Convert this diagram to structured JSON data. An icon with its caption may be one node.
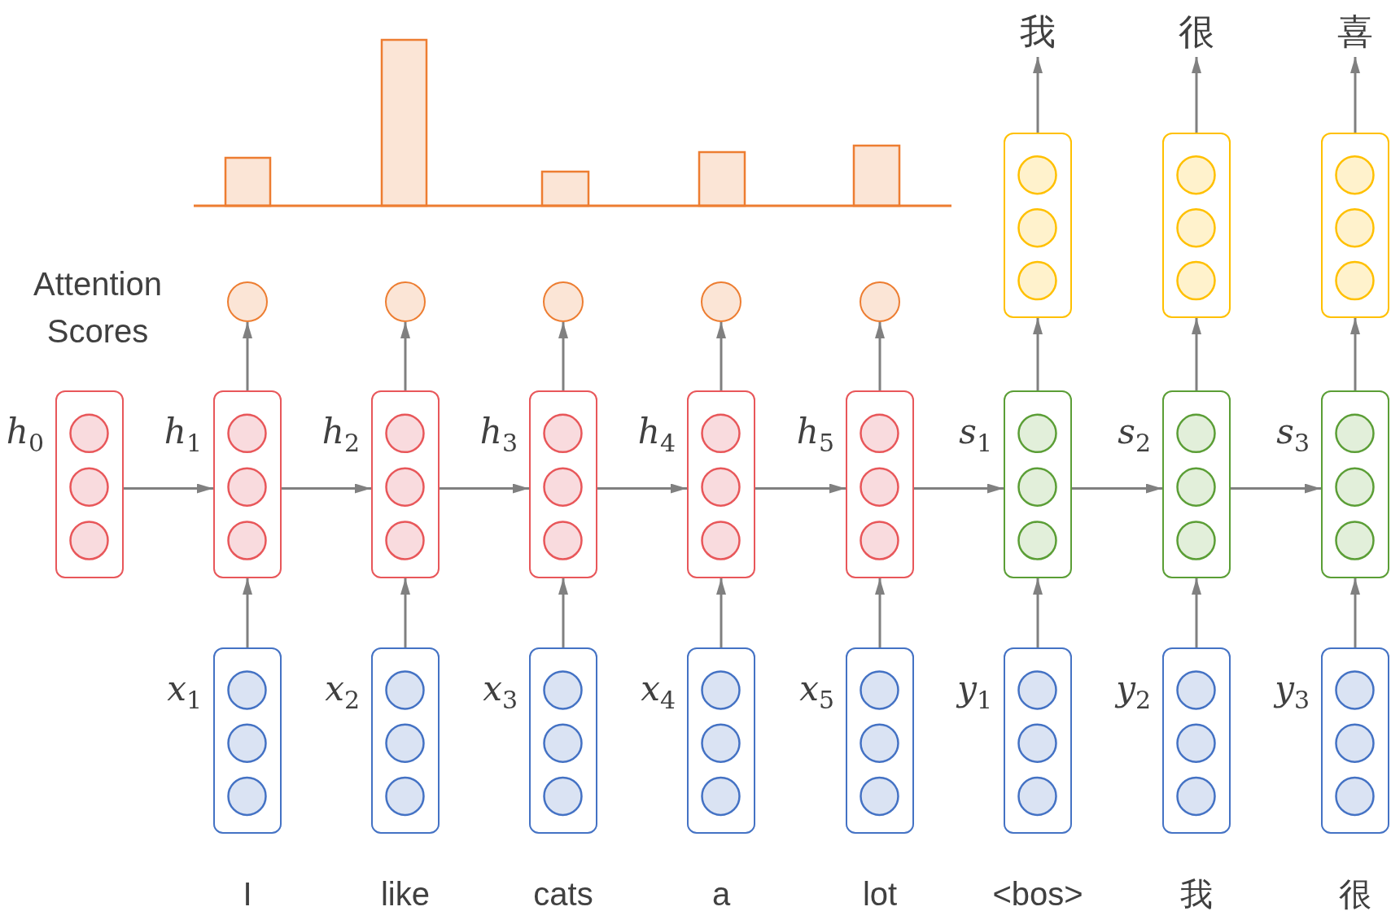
{
  "diagram": {
    "nodes": [
      {
        "text": [
          "我"
        ]
      },
      {
        "text": [
          "很"
        ]
      },
      {
        "text": [
          "喜"
        ]
      },
      {
        "text": [],
        "shape": "circle"
      },
      {
        "text": [],
        "shape": "circle"
      },
      {
        "text": [],
        "shape": "circle"
      },
      {
        "text": [],
        "shape": "circle"
      },
      {
        "text": [],
        "shape": "circle"
      },
      {
        "text": [],
        "shape": "box"
      },
      {
        "text": [],
        "shape": "box"
      },
      {
        "text": [],
        "shape": "box"
      },
      {
        "text": [],
        "shape": "box",
        "beside": [
          "*h*$_{0}$"
        ]
      },
      {
        "text": [],
        "shape": "box",
        "beside": [
          "*h*$_{1}$"
        ]
      },
      {
        "text": [],
        "shape": "box",
        "beside": [
          "*h*$_{2}$"
        ]
      },
      {
        "text": [],
        "shape": "box",
        "beside": [
          "*h*$_{3}$"
        ]
      },
      {
        "text": [],
        "shape": "box",
        "beside": [
          "*h*$_{4}$"
        ]
      },
      {
        "text": [],
        "shape": "box",
        "beside": [
          "*h*$_{5}$"
        ]
      },
      {
        "text": [],
        "shape": "box",
        "beside": [
          "*s*$_{1}$"
        ]
      },
      {
        "text": [],
        "shape": "box",
        "beside": [
          "*s*$_{2}$"
        ]
      },
      {
        "text": [],
        "shape": "box",
        "beside": [
          "*s*$_{3}$"
        ]
      },
      {
        "text": [],
        "shape": "box",
        "beside": [
          "*x*$_{1}$"
        ]
      },
      {
        "text": [],
        "shape": "box",
        "beside": [
          "*x*$_{2}$"
        ]
      },
      {
        "text": [],
        "shape": "box",
        "beside": [
          "*x*$_{3}$"
        ]
      },
      {
        "text": [],
        "shape": "box",
        "beside": [
          "*x*$_{4}$"
        ]
      },
      {
        "text": [],
        "shape": "box",
        "beside": [
          "*x*$_{5}$"
        ]
      },
      {
        "text": [],
        "shape": "box",
        "beside": [
          "*y*$_{1}$"
        ]
      },
      {
        "text": [],
        "shape": "box",
        "beside": [
          "*y*$_{2}$"
        ]
      },
      {
        "text": [],
        "shape": "box",
        "beside": [
          "*y*$_{3}$"
        ]
      }
    ],
    "edges": [
      {
        "from": 11,
        "to": 12,
        "arrow": "to"
      },
      {
        "from": 12,
        "to": 13,
        "arrow": "to"
      },
      {
        "from": 13,
        "to": 14,
        "arrow": "to"
      },
      {
        "from": 14,
        "to": 15,
        "arrow": "to"
      },
      {
        "from": 15,
        "to": 16,
        "arrow": "to"
      },
      {
        "from": 16,
        "to": 17,
        "arrow": "to"
      },
      {
        "from": 17,
        "to": 18,
        "arrow": "to"
      },
      {
        "from": 18,
        "to": 19,
        "arrow": "to"
      },
      {
        "from": 20,
        "to": 12,
        "arrow": "to"
      },
      {
        "from": 21,
        "to": 13,
        "arrow": "to"
      },
      {
        "from": 22,
        "to": 14,
        "arrow": "to"
      },
      {
        "from": 23,
        "to": 15,
        "arrow": "to"
      },
      {
        "from": 24,
        "to": 16,
        "arrow": "to"
      },
      {
        "from": 12,
        "to": 3,
        "arrow": "to"
      },
      {
        "from": 13,
        "to": 4,
        "arrow": "to"
      },
      {
        "from": 14,
        "to": 5,
        "arrow": "to"
      },
      {
        "from": 15,
        "to": 6,
        "arrow": "to"
      },
      {
        "from": 16,
        "to": 7,
        "arrow": "to"
      },
      {
        "from": 25,
        "to": 17,
        "arrow": "to"
      },
      {
        "from": 26,
        "to": 18,
        "arrow": "to"
      },
      {
        "from": 27,
        "to": 19,
        "arrow": "to"
      },
      {
        "from": 17,
        "to": 8,
        "arrow": "to"
      },
      {
        "from": 18,
        "to": 9,
        "arrow": "to"
      },
      {
        "from": 19,
        "to": 10,
        "arrow": "to"
      },
      {
        "from": 8,
        "to": 0,
        "arrow": "to"
      },
      {
        "from": 9,
        "to": 1,
        "arrow": "to"
      },
      {
        "from": 10,
        "to": 2,
        "arrow": "to"
      }
    ],
    "labels": [
      "Attention Scores",
      "I",
      "like",
      "cats",
      "a",
      "lot",
      "<bos>",
      "我",
      "很"
    ]
  }
}
